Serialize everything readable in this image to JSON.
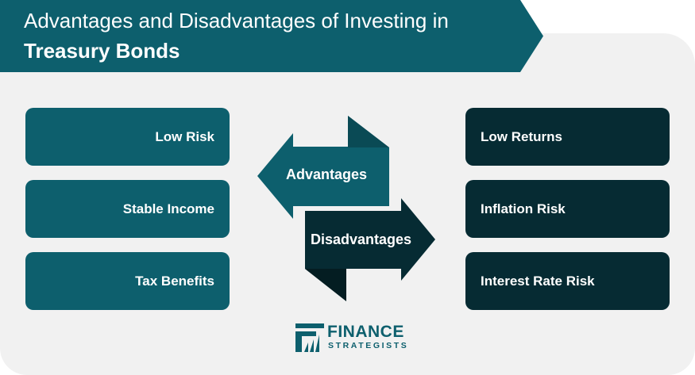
{
  "title": {
    "line1": "Advantages and Disadvantages of Investing in",
    "line2": "Treasury Bonds"
  },
  "advantages": {
    "label": "Advantages",
    "items": [
      "Low Risk",
      "Stable Income",
      "Tax Benefits"
    ]
  },
  "disadvantages": {
    "label": "Disadvantages",
    "items": [
      "Low Returns",
      "Inflation Risk",
      "Interest Rate Risk"
    ]
  },
  "logo": {
    "word1": "FINANCE",
    "word2": "STRATEGISTS"
  },
  "colors": {
    "banner": "#0d5f6d",
    "advantage_box": "#0d5f6d",
    "disadvantage_box": "#062b33",
    "background_panel": "#f1f1f1"
  }
}
